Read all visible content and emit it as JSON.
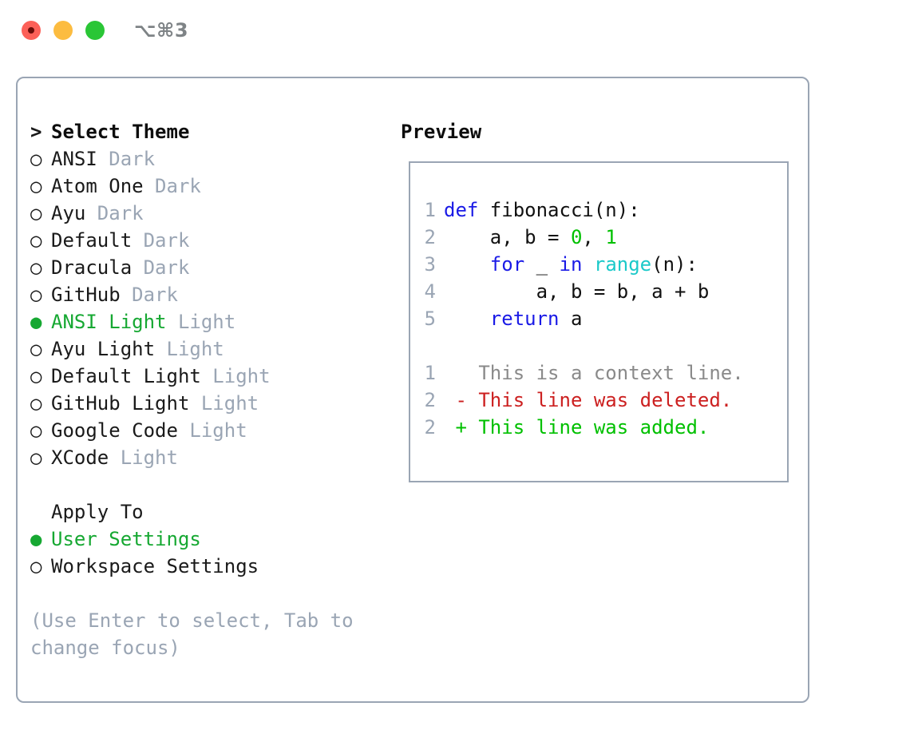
{
  "window": {
    "title_shortcut": "⌥⌘3",
    "traffic_lights": [
      {
        "name": "close",
        "color": "#fc6058"
      },
      {
        "name": "minimize",
        "color": "#fcbc40"
      },
      {
        "name": "maximize",
        "color": "#2ac636"
      }
    ]
  },
  "colors": {
    "selected_green": "#16a832",
    "number_green": "#00c000",
    "keyword_blue": "#1a1ae6",
    "function_cyan": "#1bc9c9",
    "deleted_red": "#cc2020",
    "muted": "#9aa5b4",
    "border": "#9aa5b4",
    "text": "#1a1a1a"
  },
  "theme_picker": {
    "header_marker": ">",
    "header_label": "Select Theme",
    "marker_selected": "●",
    "marker_unselected": "○",
    "items": [
      {
        "marker": "○",
        "name": "ANSI",
        "tag": "Dark",
        "selected": false
      },
      {
        "marker": "○",
        "name": "Atom One",
        "tag": "Dark",
        "selected": false
      },
      {
        "marker": "○",
        "name": "Ayu",
        "tag": "Dark",
        "selected": false
      },
      {
        "marker": "○",
        "name": "Default",
        "tag": "Dark",
        "selected": false
      },
      {
        "marker": "○",
        "name": "Dracula",
        "tag": "Dark",
        "selected": false
      },
      {
        "marker": "○",
        "name": "GitHub",
        "tag": "Dark",
        "selected": false
      },
      {
        "marker": "●",
        "name": "ANSI Light",
        "tag": "Light",
        "selected": true
      },
      {
        "marker": "○",
        "name": "Ayu Light",
        "tag": "Light",
        "selected": false
      },
      {
        "marker": "○",
        "name": "Default Light",
        "tag": "Light",
        "selected": false
      },
      {
        "marker": "○",
        "name": "GitHub Light",
        "tag": "Light",
        "selected": false
      },
      {
        "marker": "○",
        "name": "Google Code",
        "tag": "Light",
        "selected": false
      },
      {
        "marker": "○",
        "name": "XCode",
        "tag": "Light",
        "selected": false
      }
    ]
  },
  "apply_to": {
    "label": "Apply To",
    "items": [
      {
        "marker": "●",
        "name": "User Settings",
        "selected": true
      },
      {
        "marker": "○",
        "name": "Workspace Settings",
        "selected": false
      }
    ]
  },
  "hint": "(Use Enter to select, Tab to change focus)",
  "preview": {
    "title": "Preview",
    "code_lines": [
      {
        "ln": "1",
        "tokens": [
          {
            "t": "def",
            "c": "kw"
          },
          {
            "t": " fibonacci(n):",
            "c": "plain"
          }
        ]
      },
      {
        "ln": "2",
        "tokens": [
          {
            "t": "    a, b = ",
            "c": "plain"
          },
          {
            "t": "0",
            "c": "num"
          },
          {
            "t": ", ",
            "c": "plain"
          },
          {
            "t": "1",
            "c": "num"
          }
        ]
      },
      {
        "ln": "3",
        "tokens": [
          {
            "t": "    ",
            "c": "plain"
          },
          {
            "t": "for",
            "c": "kw"
          },
          {
            "t": " _ ",
            "c": "plain"
          },
          {
            "t": "in",
            "c": "kw"
          },
          {
            "t": " ",
            "c": "plain"
          },
          {
            "t": "range",
            "c": "fn"
          },
          {
            "t": "(n):",
            "c": "plain"
          }
        ]
      },
      {
        "ln": "4",
        "tokens": [
          {
            "t": "        a, b = b, a + b",
            "c": "plain"
          }
        ]
      },
      {
        "ln": "5",
        "tokens": [
          {
            "t": "    ",
            "c": "plain"
          },
          {
            "t": "return",
            "c": "kw"
          },
          {
            "t": " a",
            "c": "plain"
          }
        ]
      }
    ],
    "diff_lines": [
      {
        "ln": "1",
        "sign": " ",
        "text": " This is a context line.",
        "c": "ctx"
      },
      {
        "ln": "2",
        "sign": "-",
        "text": " This line was deleted.",
        "c": "del"
      },
      {
        "ln": "2",
        "sign": "+",
        "text": " This line was added.",
        "c": "add"
      }
    ]
  }
}
